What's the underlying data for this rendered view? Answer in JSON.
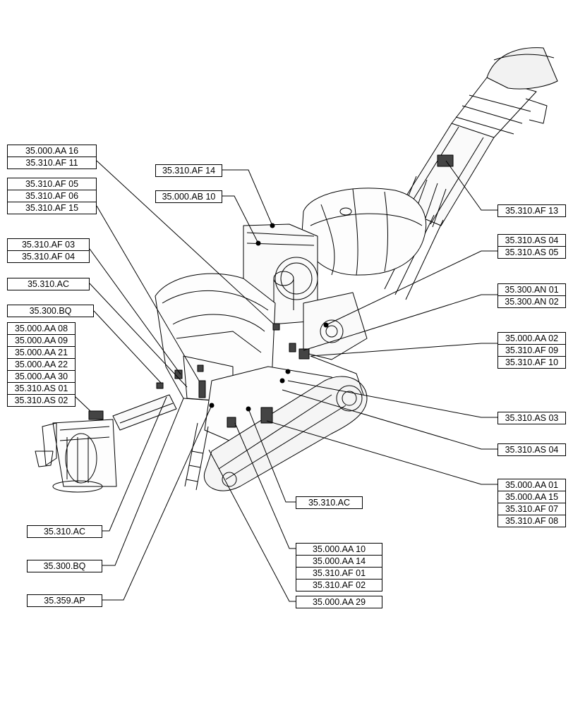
{
  "callouts": [
    {
      "id": "c1",
      "rows": [
        "35.000.AA 16",
        "35.310.AF 11"
      ]
    },
    {
      "id": "c2",
      "rows": [
        "35.310.AF 05",
        "35.310.AF 06",
        "35.310.AF 15"
      ]
    },
    {
      "id": "c3",
      "rows": [
        "35.310.AF 03",
        "35.310.AF 04"
      ]
    },
    {
      "id": "c4",
      "rows": [
        "35.310.AC"
      ]
    },
    {
      "id": "c5",
      "rows": [
        "35.300.BQ"
      ]
    },
    {
      "id": "c6",
      "rows": [
        "35.000.AA 08",
        "35.000.AA 09",
        "35.000.AA 21",
        "35.000.AA 22",
        "35.000.AA 30",
        "35.310.AS 01",
        "35.310.AS 02"
      ]
    },
    {
      "id": "c7",
      "rows": [
        "35.310.AF 14"
      ]
    },
    {
      "id": "c8",
      "rows": [
        "35.000.AB 10"
      ]
    },
    {
      "id": "c9",
      "rows": [
        "35.310.AF 13"
      ]
    },
    {
      "id": "c10",
      "rows": [
        "35.310.AS 04",
        "35.310.AS 05"
      ]
    },
    {
      "id": "c11",
      "rows": [
        "35.300.AN 01",
        "35.300.AN 02"
      ]
    },
    {
      "id": "c12",
      "rows": [
        "35.000.AA 02",
        "35.310.AF 09",
        "35.310.AF 10"
      ]
    },
    {
      "id": "c13",
      "rows": [
        "35.310.AS 03"
      ]
    },
    {
      "id": "c14",
      "rows": [
        "35.310.AS 04"
      ]
    },
    {
      "id": "c15",
      "rows": [
        "35.000.AA 01",
        "35.000.AA 15",
        "35.310.AF 07",
        "35.310.AF 08"
      ]
    },
    {
      "id": "c16",
      "rows": [
        "35.310.AC"
      ]
    },
    {
      "id": "c17",
      "rows": [
        "35.000.AA 10",
        "35.000.AA 14",
        "35.310.AF 01",
        "35.310.AF 02"
      ]
    },
    {
      "id": "c18",
      "rows": [
        "35.000.AA 29"
      ]
    },
    {
      "id": "c19",
      "rows": [
        "35.310.AC"
      ]
    },
    {
      "id": "c20",
      "rows": [
        "35.300.BQ"
      ]
    },
    {
      "id": "c21",
      "rows": [
        "35.359.AP"
      ]
    }
  ]
}
